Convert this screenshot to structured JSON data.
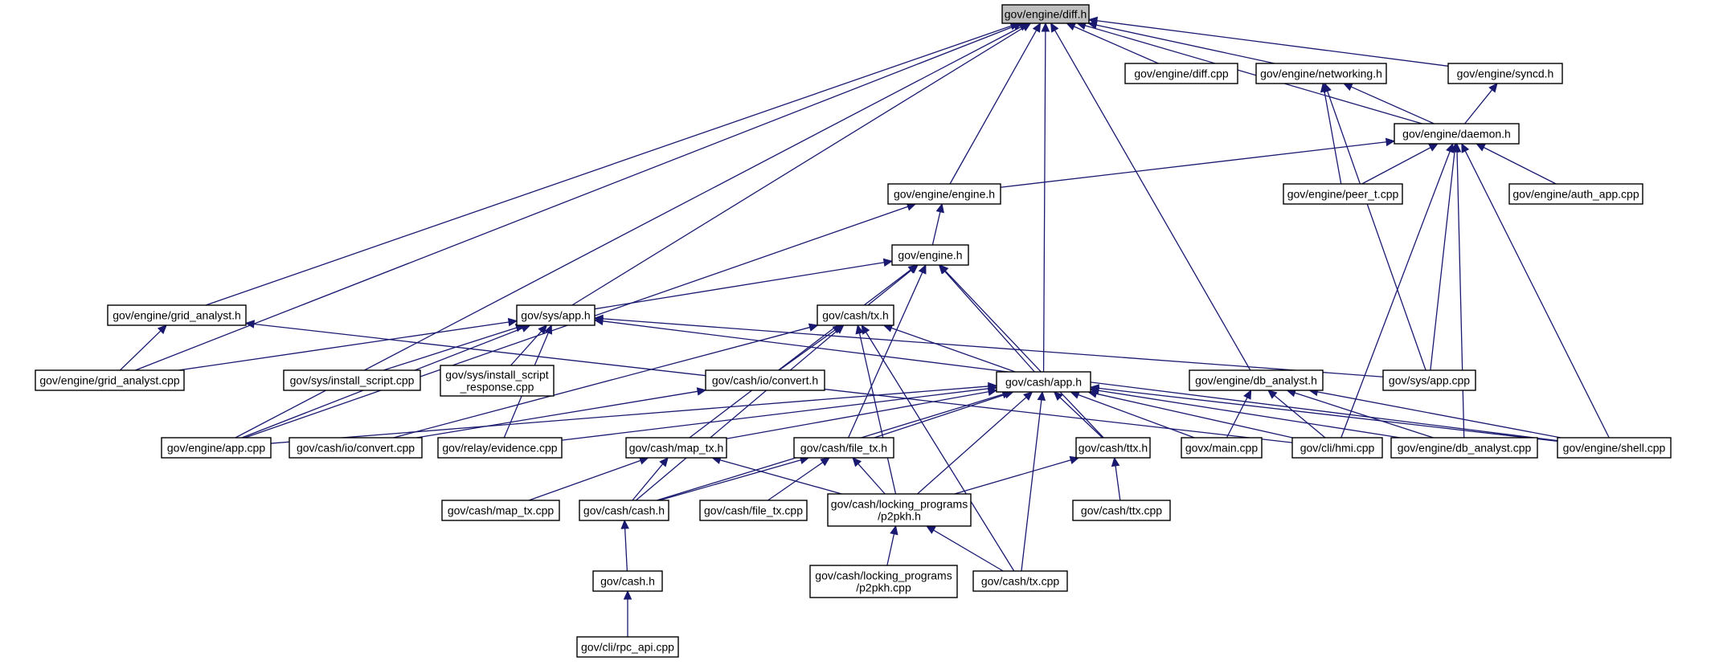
{
  "graph": {
    "colors": {
      "edge": "#191970",
      "root_fill": "#bfbfbf",
      "node_fill": "#ffffff",
      "border": "#000000"
    },
    "nodes": [
      {
        "id": "diff_h",
        "label": [
          "gov/engine/diff.h"
        ],
        "root": true
      },
      {
        "id": "diff_cpp",
        "label": [
          "gov/engine/diff.cpp"
        ]
      },
      {
        "id": "networking_h",
        "label": [
          "gov/engine/networking.h"
        ]
      },
      {
        "id": "syncd_h",
        "label": [
          "gov/engine/syncd.h"
        ]
      },
      {
        "id": "daemon_h",
        "label": [
          "gov/engine/daemon.h"
        ]
      },
      {
        "id": "engine_engine_h",
        "label": [
          "gov/engine/engine.h"
        ]
      },
      {
        "id": "peer_t_cpp",
        "label": [
          "gov/engine/peer_t.cpp"
        ]
      },
      {
        "id": "auth_app_cpp",
        "label": [
          "gov/engine/auth_app.cpp"
        ]
      },
      {
        "id": "engine_h",
        "label": [
          "gov/engine.h"
        ]
      },
      {
        "id": "grid_analyst_h",
        "label": [
          "gov/engine/grid_analyst.h"
        ]
      },
      {
        "id": "sys_app_h",
        "label": [
          "gov/sys/app.h"
        ]
      },
      {
        "id": "cash_tx_h",
        "label": [
          "gov/cash/tx.h"
        ]
      },
      {
        "id": "grid_analyst_cpp",
        "label": [
          "gov/engine/grid_analyst.cpp"
        ]
      },
      {
        "id": "install_script_cpp",
        "label": [
          "gov/sys/install_script.cpp"
        ]
      },
      {
        "id": "install_script_response_cpp",
        "label": [
          "gov/sys/install_script",
          "_response.cpp"
        ]
      },
      {
        "id": "convert_h",
        "label": [
          "gov/cash/io/convert.h"
        ]
      },
      {
        "id": "cash_app_h",
        "label": [
          "gov/cash/app.h"
        ]
      },
      {
        "id": "db_analyst_h",
        "label": [
          "gov/engine/db_analyst.h"
        ]
      },
      {
        "id": "sys_app_cpp",
        "label": [
          "gov/sys/app.cpp"
        ]
      },
      {
        "id": "engine_app_cpp",
        "label": [
          "gov/engine/app.cpp"
        ]
      },
      {
        "id": "convert_cpp",
        "label": [
          "gov/cash/io/convert.cpp"
        ]
      },
      {
        "id": "evidence_cpp",
        "label": [
          "gov/relay/evidence.cpp"
        ]
      },
      {
        "id": "map_tx_h",
        "label": [
          "gov/cash/map_tx.h"
        ]
      },
      {
        "id": "file_tx_h",
        "label": [
          "gov/cash/file_tx.h"
        ]
      },
      {
        "id": "ttx_h",
        "label": [
          "gov/cash/ttx.h"
        ]
      },
      {
        "id": "govx_main_cpp",
        "label": [
          "govx/main.cpp"
        ]
      },
      {
        "id": "hmi_cpp",
        "label": [
          "gov/cli/hmi.cpp"
        ]
      },
      {
        "id": "db_analyst_cpp",
        "label": [
          "gov/engine/db_analyst.cpp"
        ]
      },
      {
        "id": "shell_cpp",
        "label": [
          "gov/engine/shell.cpp"
        ]
      },
      {
        "id": "map_tx_cpp",
        "label": [
          "gov/cash/map_tx.cpp"
        ]
      },
      {
        "id": "cash_cash_h",
        "label": [
          "gov/cash/cash.h"
        ]
      },
      {
        "id": "file_tx_cpp",
        "label": [
          "gov/cash/file_tx.cpp"
        ]
      },
      {
        "id": "p2pkh_h",
        "label": [
          "gov/cash/locking_programs",
          "/p2pkh.h"
        ]
      },
      {
        "id": "ttx_cpp",
        "label": [
          "gov/cash/ttx.cpp"
        ]
      },
      {
        "id": "cash_h",
        "label": [
          "gov/cash.h"
        ]
      },
      {
        "id": "p2pkh_cpp",
        "label": [
          "gov/cash/locking_programs",
          "/p2pkh.cpp"
        ]
      },
      {
        "id": "cash_tx_cpp",
        "label": [
          "gov/cash/tx.cpp"
        ]
      },
      {
        "id": "rpc_api_cpp",
        "label": [
          "gov/cli/rpc_api.cpp"
        ]
      }
    ],
    "edges": [
      [
        "diff_h",
        "diff_cpp"
      ],
      [
        "diff_h",
        "networking_h"
      ],
      [
        "diff_h",
        "syncd_h"
      ],
      [
        "diff_h",
        "daemon_h"
      ],
      [
        "diff_h",
        "engine_engine_h"
      ],
      [
        "diff_h",
        "sys_app_h"
      ],
      [
        "diff_h",
        "grid_analyst_h"
      ],
      [
        "diff_h",
        "grid_analyst_cpp"
      ],
      [
        "diff_h",
        "engine_app_cpp"
      ],
      [
        "diff_h",
        "cash_app_h"
      ],
      [
        "diff_h",
        "db_analyst_h"
      ],
      [
        "networking_h",
        "daemon_h"
      ],
      [
        "networking_h",
        "peer_t_cpp"
      ],
      [
        "networking_h",
        "sys_app_cpp"
      ],
      [
        "syncd_h",
        "daemon_h"
      ],
      [
        "daemon_h",
        "engine_engine_h"
      ],
      [
        "daemon_h",
        "peer_t_cpp"
      ],
      [
        "daemon_h",
        "auth_app_cpp"
      ],
      [
        "daemon_h",
        "sys_app_cpp"
      ],
      [
        "daemon_h",
        "hmi_cpp"
      ],
      [
        "daemon_h",
        "db_analyst_cpp"
      ],
      [
        "daemon_h",
        "shell_cpp"
      ],
      [
        "engine_engine_h",
        "engine_h"
      ],
      [
        "engine_engine_h",
        "engine_app_cpp"
      ],
      [
        "engine_h",
        "sys_app_h"
      ],
      [
        "engine_h",
        "cash_tx_h"
      ],
      [
        "engine_h",
        "cash_app_h"
      ],
      [
        "engine_h",
        "map_tx_h"
      ],
      [
        "engine_h",
        "file_tx_h"
      ],
      [
        "engine_h",
        "ttx_h"
      ],
      [
        "grid_analyst_h",
        "grid_analyst_cpp"
      ],
      [
        "grid_analyst_h",
        "hmi_cpp"
      ],
      [
        "sys_app_h",
        "grid_analyst_cpp"
      ],
      [
        "sys_app_h",
        "install_script_cpp"
      ],
      [
        "sys_app_h",
        "install_script_response_cpp"
      ],
      [
        "sys_app_h",
        "engine_app_cpp"
      ],
      [
        "sys_app_h",
        "evidence_cpp"
      ],
      [
        "sys_app_h",
        "sys_app_cpp"
      ],
      [
        "sys_app_h",
        "shell_cpp"
      ],
      [
        "cash_tx_h",
        "convert_h"
      ],
      [
        "cash_tx_h",
        "cash_app_h"
      ],
      [
        "cash_tx_h",
        "convert_cpp"
      ],
      [
        "cash_tx_h",
        "cash_cash_h"
      ],
      [
        "cash_tx_h",
        "p2pkh_h"
      ],
      [
        "cash_tx_h",
        "cash_tx_cpp"
      ],
      [
        "convert_h",
        "convert_cpp"
      ],
      [
        "cash_app_h",
        "engine_app_cpp"
      ],
      [
        "cash_app_h",
        "evidence_cpp"
      ],
      [
        "cash_app_h",
        "map_tx_h"
      ],
      [
        "cash_app_h",
        "file_tx_h"
      ],
      [
        "cash_app_h",
        "ttx_h"
      ],
      [
        "cash_app_h",
        "govx_main_cpp"
      ],
      [
        "cash_app_h",
        "hmi_cpp"
      ],
      [
        "cash_app_h",
        "db_analyst_cpp"
      ],
      [
        "cash_app_h",
        "shell_cpp"
      ],
      [
        "cash_app_h",
        "cash_cash_h"
      ],
      [
        "cash_app_h",
        "p2pkh_h"
      ],
      [
        "cash_app_h",
        "cash_tx_cpp"
      ],
      [
        "db_analyst_h",
        "govx_main_cpp"
      ],
      [
        "db_analyst_h",
        "hmi_cpp"
      ],
      [
        "db_analyst_h",
        "db_analyst_cpp"
      ],
      [
        "db_analyst_h",
        "shell_cpp"
      ],
      [
        "map_tx_h",
        "map_tx_cpp"
      ],
      [
        "map_tx_h",
        "cash_cash_h"
      ],
      [
        "map_tx_h",
        "p2pkh_h"
      ],
      [
        "file_tx_h",
        "cash_cash_h"
      ],
      [
        "file_tx_h",
        "file_tx_cpp"
      ],
      [
        "file_tx_h",
        "p2pkh_h"
      ],
      [
        "ttx_h",
        "ttx_cpp"
      ],
      [
        "ttx_h",
        "p2pkh_h"
      ],
      [
        "cash_cash_h",
        "cash_h"
      ],
      [
        "p2pkh_h",
        "p2pkh_cpp"
      ],
      [
        "p2pkh_h",
        "cash_tx_cpp"
      ],
      [
        "cash_h",
        "rpc_api_cpp"
      ]
    ]
  }
}
